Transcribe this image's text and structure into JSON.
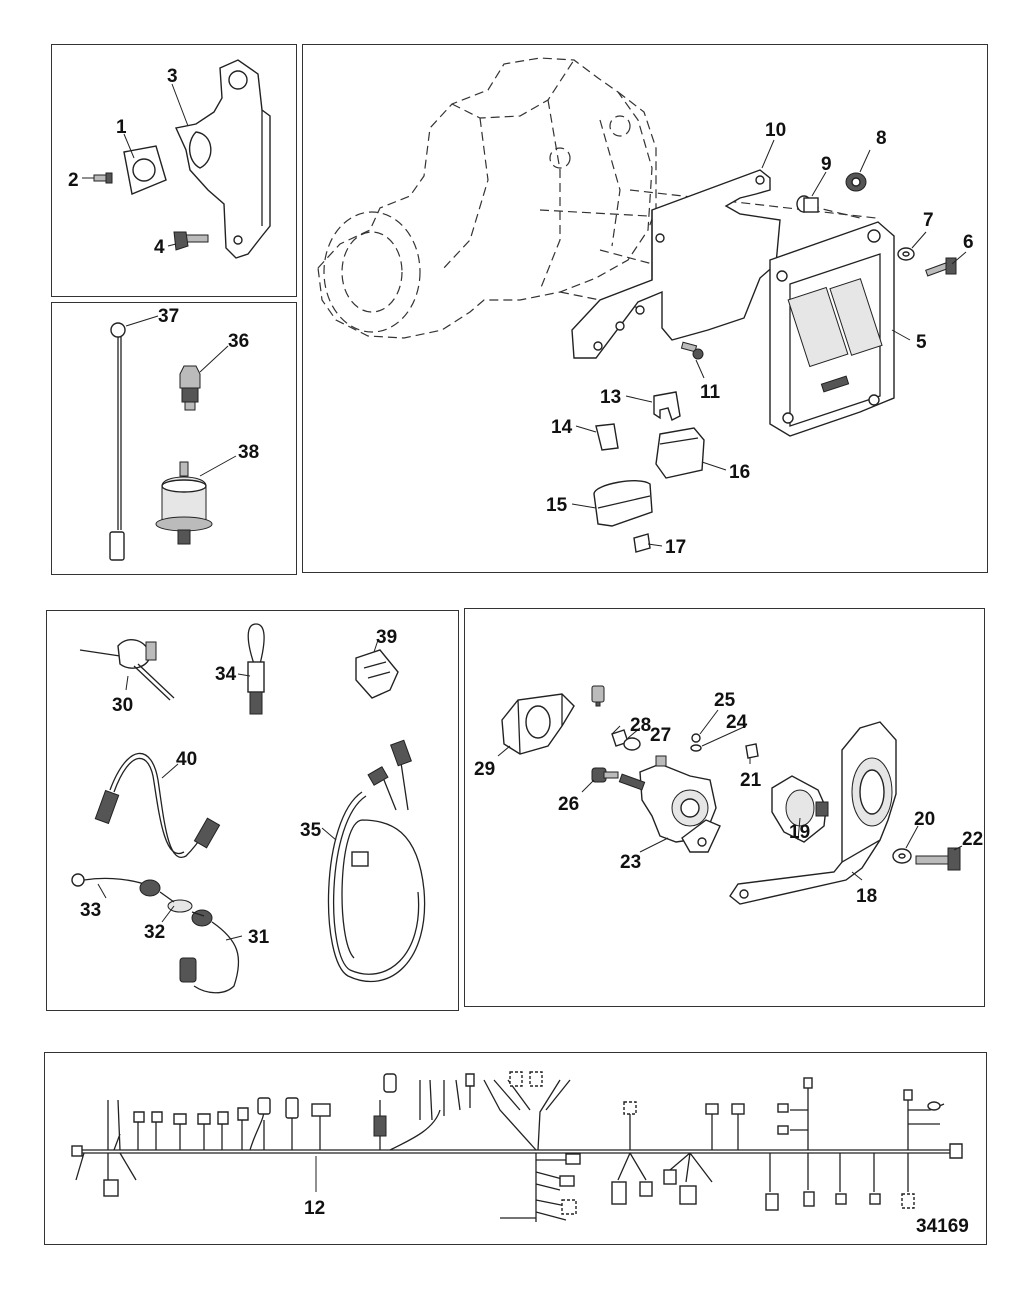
{
  "diagram_id": "34169",
  "panels": {
    "bracket_assembly": {
      "labels": [
        "1",
        "2",
        "3",
        "4"
      ]
    },
    "sensors": {
      "labels": [
        "36",
        "37",
        "38"
      ]
    },
    "ecm_assembly": {
      "labels": [
        "5",
        "6",
        "7",
        "8",
        "9",
        "10",
        "11",
        "13",
        "14",
        "15",
        "16",
        "17"
      ]
    },
    "harness_parts": {
      "labels": [
        "30",
        "31",
        "32",
        "33",
        "34",
        "35",
        "39",
        "40"
      ]
    },
    "solenoid_assembly": {
      "labels": [
        "18",
        "19",
        "20",
        "21",
        "22",
        "23",
        "24",
        "25",
        "26",
        "27",
        "28",
        "29"
      ]
    },
    "main_harness": {
      "labels": [
        "12"
      ]
    }
  }
}
